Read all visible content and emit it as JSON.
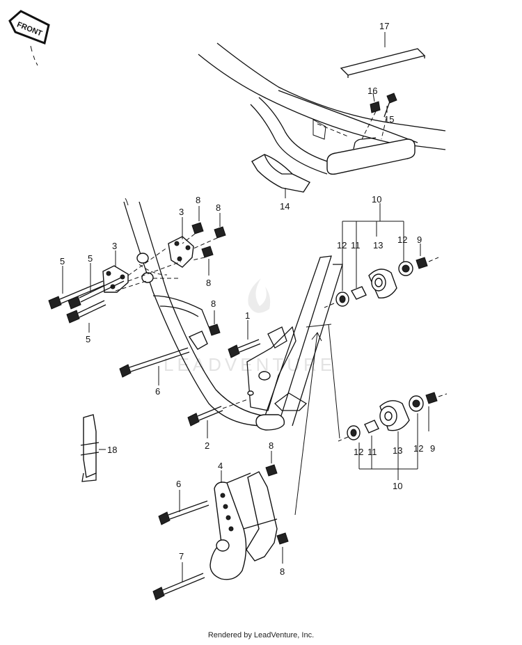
{
  "front_label": "FRONT",
  "watermark": "LEADVENTURE",
  "footer": "Rendered by LeadVenture, Inc.",
  "callouts": [
    "1",
    "2",
    "3",
    "3",
    "4",
    "5",
    "5",
    "5",
    "6",
    "6",
    "7",
    "8",
    "8",
    "8",
    "8",
    "8",
    "8",
    "9",
    "9",
    "10",
    "10",
    "11",
    "11",
    "12",
    "12",
    "12",
    "12",
    "13",
    "13",
    "14",
    "15",
    "16",
    "17",
    "18"
  ]
}
